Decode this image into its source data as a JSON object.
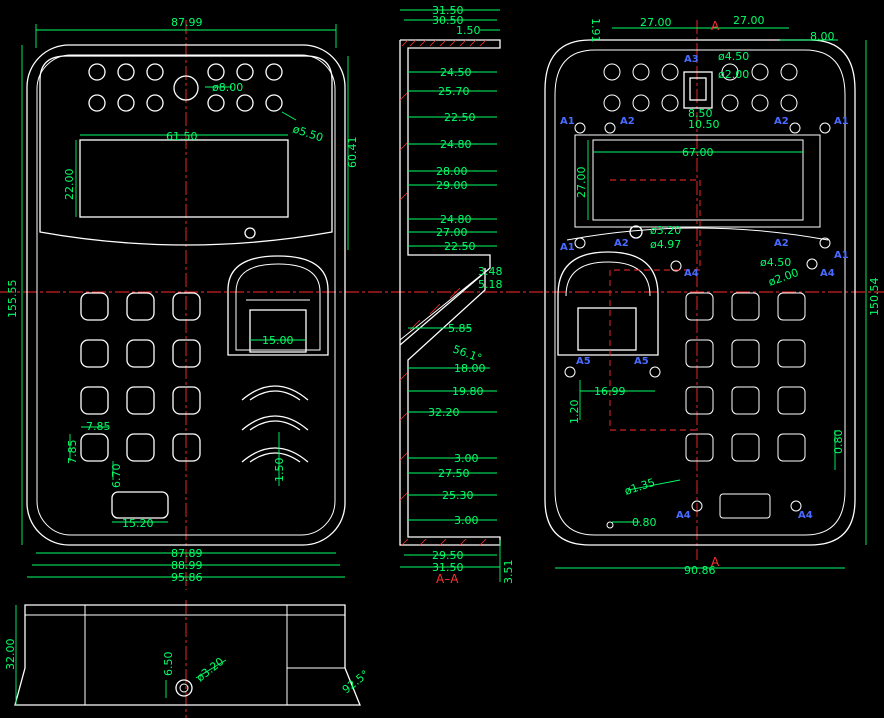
{
  "front_view": {
    "overall_width_top": "87.99",
    "height": "155.55",
    "hole_dia_large": "ø8.00",
    "hole_dia_small": "ø5.50",
    "display_width": "61.50",
    "display_height": "22.00",
    "top_to_display": "60.41",
    "finger_window_width": "15.00",
    "key_size": "7.85",
    "key_size_vertical": "7.85",
    "key_gap": "6.70",
    "led_height": "1.50",
    "slot_width": "15.20",
    "bottom_width_1": "87.89",
    "bottom_width_2": "88.99",
    "bottom_width_3": "95.86"
  },
  "section_view": {
    "top_1": "31.50",
    "top_2": "30.50",
    "top_3": "1.50",
    "dims": [
      "24.50",
      "25.70",
      "22.50",
      "24.80",
      "28.00",
      "29.00",
      "24.80",
      "27.00",
      "22.50"
    ],
    "dim_348": "3.48",
    "dim_518": "5.18",
    "dim_585": "5.85",
    "angle": "56.1°",
    "dim_1800": "18.00",
    "dim_1980": "19.80",
    "dim_3220": "32.20",
    "dim_300a": "3.00",
    "dim_2750": "27.50",
    "dim_2530": "25.30",
    "dim_300b": "3.00",
    "bottom_1": "29.50",
    "bottom_2": "31.50",
    "side_351": "3.51",
    "label": "A–A"
  },
  "back_view": {
    "top_left": "27.00",
    "top_right": "27.00",
    "top_far_right": "8.00",
    "corner": "1.91",
    "section_mark": "A",
    "hole_450": "ø4.50",
    "hole_200": "ø2.00",
    "sq_850": "8.50",
    "sq_1050": "10.50",
    "display_width": "67.00",
    "display_height": "27.00",
    "boss_320": "ø3.20",
    "boss_497": "ø4.97",
    "boss_450b": "ø4.50",
    "boss_200b": "ø2.00",
    "height": "150.54",
    "dim_1699": "16.99",
    "dim_120": "1.20",
    "dim_080a": "0.80",
    "dim_135": "ø1.35",
    "dim_080b": "0.80",
    "bottom_width": "90.86",
    "marks": [
      "A1",
      "A2",
      "A3",
      "A4",
      "A5"
    ]
  },
  "bottom_view": {
    "height": "32.00",
    "hole_dia": "ø3.20",
    "hole_offset": "6.50",
    "angle": "92.5°"
  }
}
